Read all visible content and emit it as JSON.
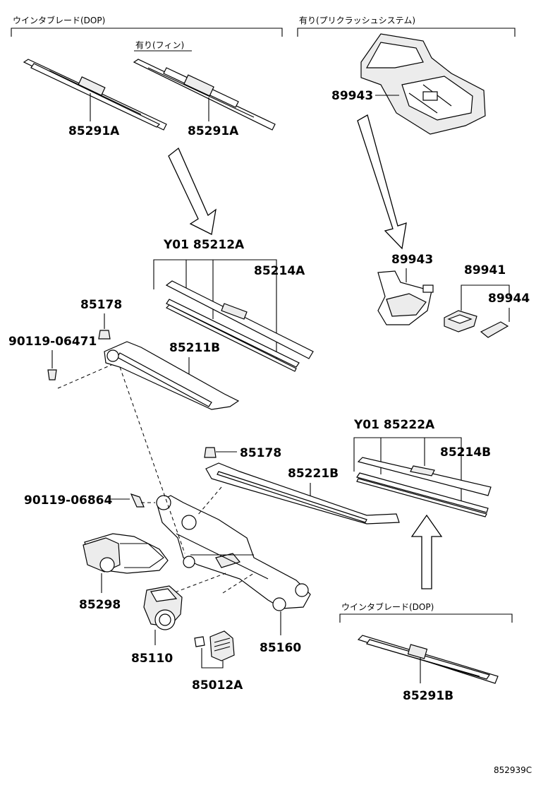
{
  "headers": {
    "top_left": "ウインタブレード(DOP)",
    "top_right": "有り(プリクラッシュシステム)",
    "bottom_right": "ウインタブレード(DOP)",
    "fin_note": "有り(フィン)"
  },
  "parts": {
    "p85291A_left": "85291A",
    "p85291A_right": "85291A",
    "p89943_top": "89943",
    "p89943_mid": "89943",
    "p89941": "89941",
    "p89944": "89944",
    "p_Y01_85212A": "Y01 85212A",
    "p85214A": "85214A",
    "p85178_top": "85178",
    "p90119_06471": "90119-06471",
    "p85211B": "85211B",
    "p85178_mid": "85178",
    "p85221B": "85221B",
    "p_Y01_85222A": "Y01 85222A",
    "p85214B": "85214B",
    "p90119_06864": "90119-06864",
    "p85298": "85298",
    "p85110": "85110",
    "p85160": "85160",
    "p85012A": "85012A",
    "p85291B": "85291B"
  },
  "diagram_code": "852939C"
}
